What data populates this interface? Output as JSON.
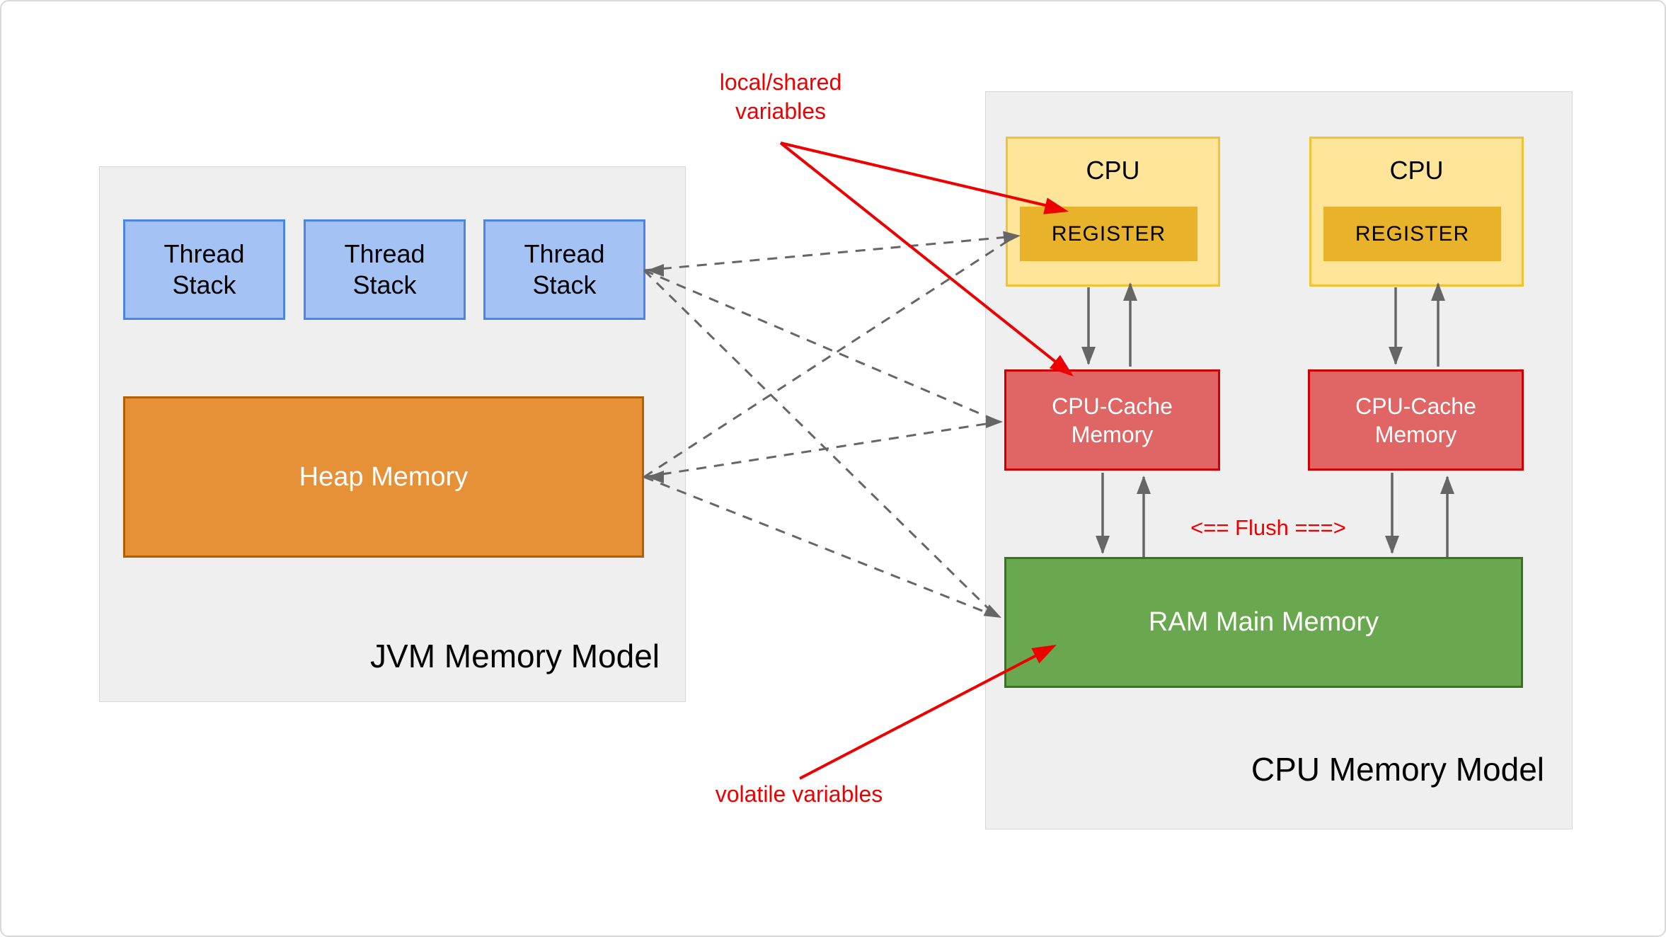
{
  "jvm_panel": {
    "title": "JVM Memory Model",
    "thread_stacks": [
      "Thread\nStack",
      "Thread\nStack",
      "Thread\nStack"
    ],
    "heap_label": "Heap Memory"
  },
  "cpu_panel": {
    "title": "CPU Memory Model",
    "columns": [
      {
        "cpu": "CPU",
        "register": "REGISTER",
        "cache": "CPU-Cache\nMemory"
      },
      {
        "cpu": "CPU",
        "register": "REGISTER",
        "cache": "CPU-Cache\nMemory"
      }
    ],
    "ram_label": "RAM Main Memory",
    "flush_label": "<== Flush ===>"
  },
  "annotations": {
    "local_shared": "local/shared\nvariables",
    "volatile": "volatile variables"
  },
  "colors": {
    "panel_gray": "#efefef",
    "thread_fill": "#a4c2f4",
    "thread_border": "#4a86e8",
    "heap_fill": "#e69138",
    "heap_border": "#b45f06",
    "cpu_fill": "#ffe599",
    "cpu_border": "#f1c232",
    "register_fill": "#e8b32a",
    "cache_fill": "#e06666",
    "cache_border": "#cc0000",
    "ram_fill": "#6aa84f",
    "ram_border": "#38761d",
    "arrow_gray": "#666666",
    "annotation_red": "#ee0000"
  }
}
